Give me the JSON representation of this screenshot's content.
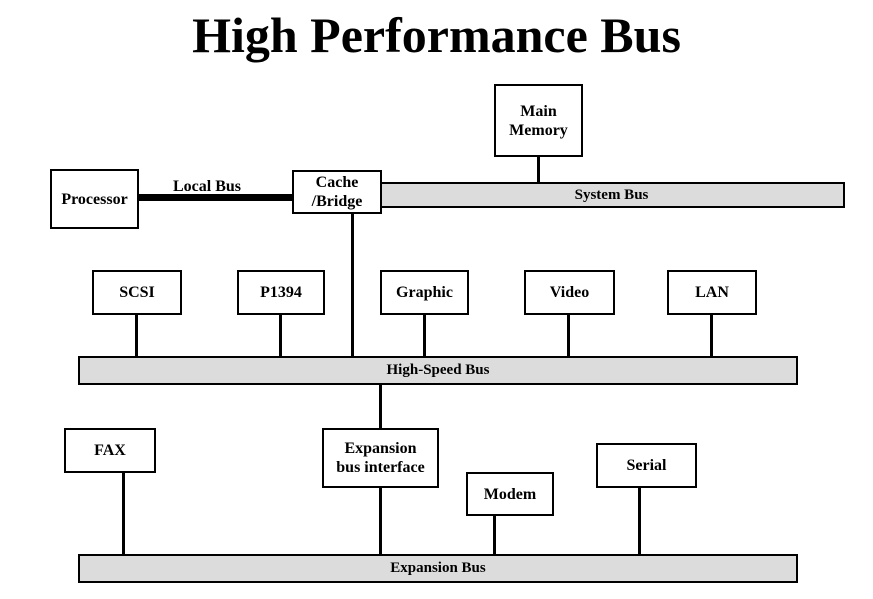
{
  "title": "High Performance Bus",
  "components": {
    "main_memory": "Main\nMemory",
    "processor": "Processor",
    "cache_bridge": "Cache\n/Bridge",
    "scsi": "SCSI",
    "p1394": "P1394",
    "graphic": "Graphic",
    "video": "Video",
    "lan": "LAN",
    "fax": "FAX",
    "expansion_bus_interface": "Expansion\nbus interface",
    "modem": "Modem",
    "serial": "Serial"
  },
  "buses": {
    "local_bus": "Local Bus",
    "system_bus": "System Bus",
    "high_speed_bus": "High-Speed Bus",
    "expansion_bus": "Expansion Bus"
  }
}
